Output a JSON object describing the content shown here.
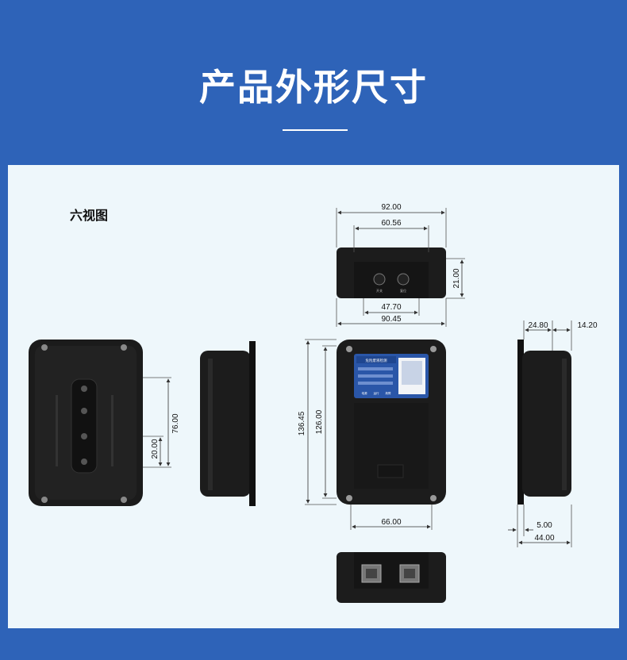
{
  "header": {
    "title": "产品外形尺寸"
  },
  "section": {
    "label": "六视图"
  },
  "device": {
    "label_title": "危险废液检测",
    "button_labels": [
      "开关",
      "复位"
    ],
    "indicator_labels": [
      "电源",
      "运行",
      "故障"
    ]
  },
  "dimensions": {
    "top_overall": "92.00",
    "top_inner": "60.56",
    "top_height": "21.00",
    "top_bottom_inner": "47.70",
    "top_bottom_overall": "90.45",
    "front_height_overall": "136.45",
    "front_height_inner": "126.00",
    "front_bottom_width": "66.00",
    "back_mount_span": "76.00",
    "back_mount_pitch": "20.00",
    "side_depth_top": "24.80",
    "side_flange_top": "14.20",
    "side_flange_bottom": "5.00",
    "side_depth_bottom": "44.00"
  },
  "colors": {
    "background": "#2e63b8",
    "panel": "#eef7fb",
    "device_body": "#1d1d1d",
    "label_blue": "#2a56a8"
  }
}
